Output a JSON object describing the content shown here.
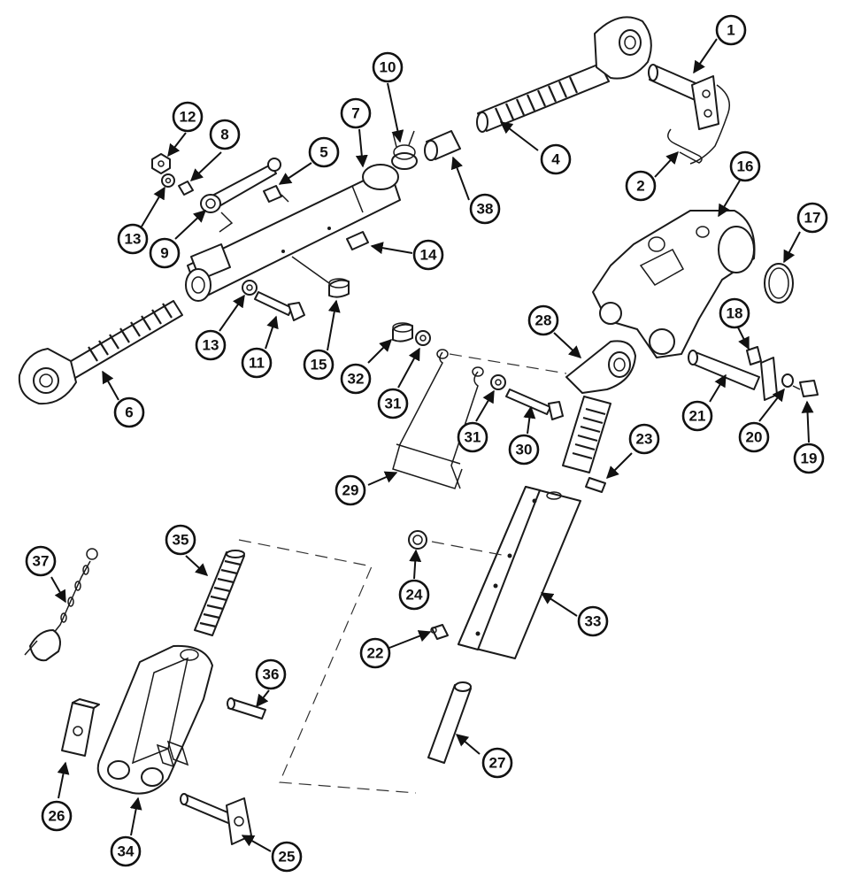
{
  "diagram": {
    "callouts": [
      "1",
      "2",
      "4",
      "5",
      "6",
      "7",
      "8",
      "9",
      "10",
      "11",
      "12",
      "13",
      "13",
      "14",
      "15",
      "16",
      "17",
      "18",
      "19",
      "20",
      "21",
      "22",
      "23",
      "24",
      "25",
      "26",
      "27",
      "28",
      "29",
      "30",
      "31",
      "31",
      "32",
      "33",
      "34",
      "35",
      "36",
      "37",
      "38"
    ]
  },
  "colors": {
    "line": "#1a1a1a",
    "background": "#ffffff"
  }
}
